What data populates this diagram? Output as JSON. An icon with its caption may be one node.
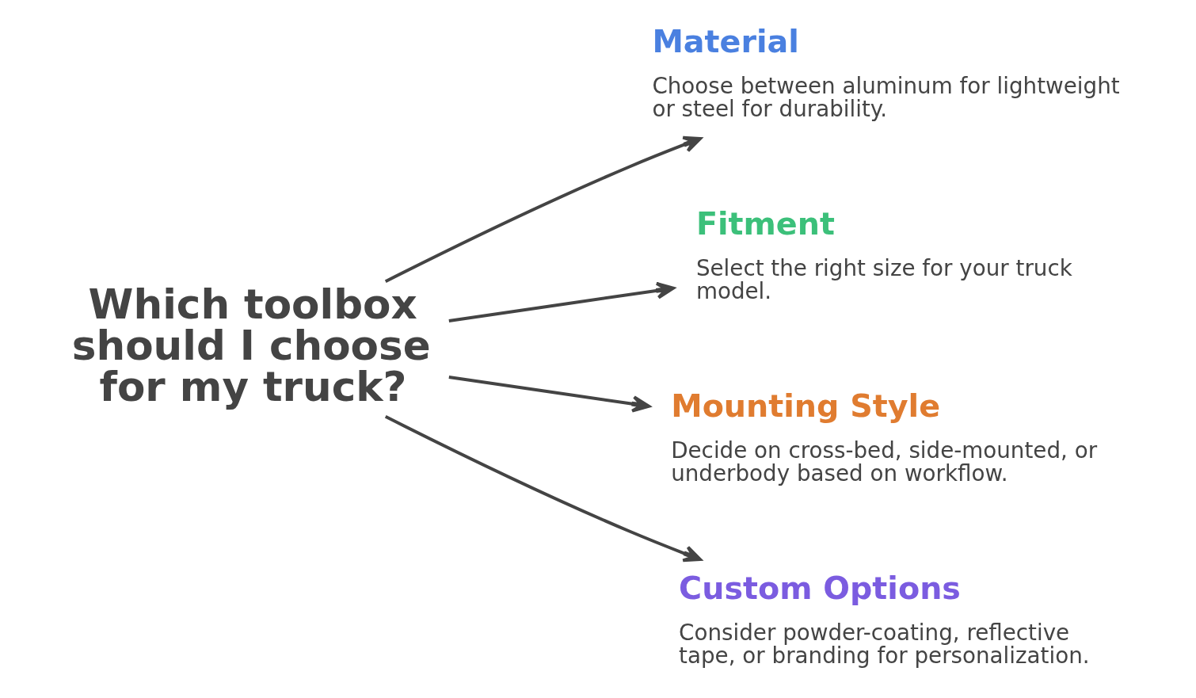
{
  "diagram": {
    "nodes": [
      {
        "text": [
          "Which toolbox should I choose for my truck?"
        ]
      },
      {
        "text": [
          "Material",
          "Choose between aluminum for lightweight or steel for durability."
        ]
      },
      {
        "text": [
          "Fitment",
          "Select the right size for your truck model."
        ]
      },
      {
        "text": [
          "Mounting Style",
          "Decide on cross-bed, side-mounted, or underbody based on workflow."
        ]
      },
      {
        "text": [
          "Custom Options",
          "Consider powder-coating, reflective tape, or branding for personalization."
        ]
      }
    ],
    "edges": [
      {
        "from": 0,
        "to": 1,
        "arrow": "to"
      },
      {
        "from": 0,
        "to": 2,
        "arrow": "to"
      },
      {
        "from": 0,
        "to": 3,
        "arrow": "to"
      },
      {
        "from": 0,
        "to": 4,
        "arrow": "to"
      }
    ]
  }
}
